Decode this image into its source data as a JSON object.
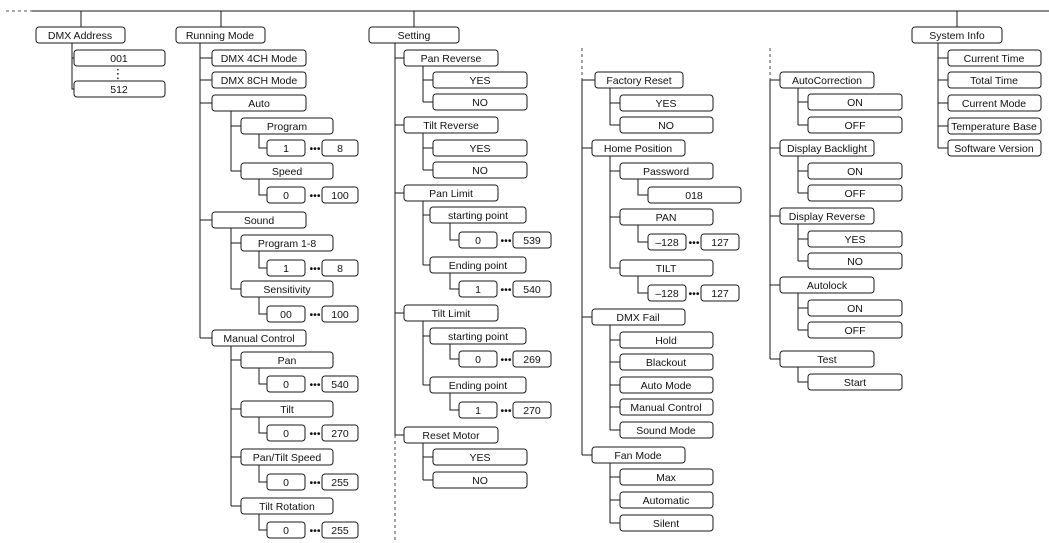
{
  "dmx_address": {
    "label": "DMX Address",
    "min": "001",
    "ellipsis": "⋮",
    "max": "512"
  },
  "running_mode": {
    "label": "Running Mode",
    "mode_4ch": "DMX 4CH Mode",
    "mode_8ch": "DMX 8CH Mode",
    "auto": {
      "label": "Auto",
      "program": {
        "label": "Program",
        "min": "1",
        "max": "8"
      },
      "speed": {
        "label": "Speed",
        "min": "0",
        "max": "100"
      }
    },
    "sound": {
      "label": "Sound",
      "program": {
        "label": "Program 1-8",
        "min": "1",
        "max": "8"
      },
      "sensitivity": {
        "label": "Sensitivity",
        "min": "00",
        "max": "100"
      }
    },
    "manual": {
      "label": "Manual Control",
      "pan": {
        "label": "Pan",
        "min": "0",
        "max": "540"
      },
      "tilt": {
        "label": "Tilt",
        "min": "0",
        "max": "270"
      },
      "pan_tilt_speed": {
        "label": "Pan/Tilt Speed",
        "min": "0",
        "max": "255"
      },
      "tilt_rotation": {
        "label": "Tilt Rotation",
        "min": "0",
        "max": "255"
      }
    }
  },
  "setting": {
    "label": "Setting",
    "pan_reverse": {
      "label": "Pan Reverse",
      "yes": "YES",
      "no": "NO"
    },
    "tilt_reverse": {
      "label": "Tilt Reverse",
      "yes": "YES",
      "no": "NO"
    },
    "pan_limit": {
      "label": "Pan Limit",
      "start": {
        "label": "starting point",
        "min": "0",
        "max": "539"
      },
      "end": {
        "label": "Ending point",
        "min": "1",
        "max": "540"
      }
    },
    "tilt_limit": {
      "label": "Tilt Limit",
      "start": {
        "label": "starting point",
        "min": "0",
        "max": "269"
      },
      "end": {
        "label": "Ending point",
        "min": "1",
        "max": "270"
      }
    },
    "reset_motor": {
      "label": "Reset Motor",
      "yes": "YES",
      "no": "NO"
    },
    "factory_reset": {
      "label": "Factory Reset",
      "yes": "YES",
      "no": "NO"
    },
    "home_position": {
      "label": "Home Position",
      "password": {
        "label": "Password",
        "value": "018"
      },
      "pan": {
        "label": "PAN",
        "min": "–128",
        "max": "127"
      },
      "tilt": {
        "label": "TILT",
        "min": "–128",
        "max": "127"
      }
    },
    "dmx_fail": {
      "label": "DMX Fail",
      "options": [
        "Hold",
        "Blackout",
        "Auto Mode",
        "Manual Control",
        "Sound Mode"
      ]
    },
    "fan_mode": {
      "label": "Fan Mode",
      "options": [
        "Max",
        "Automatic",
        "Silent"
      ]
    },
    "auto_correction": {
      "label": "AutoCorrection",
      "on": "ON",
      "off": "OFF"
    },
    "display_backlight": {
      "label": "Display Backlight",
      "on": "ON",
      "off": "OFF"
    },
    "display_reverse": {
      "label": "Display Reverse",
      "yes": "YES",
      "no": "NO"
    },
    "autolock": {
      "label": "Autolock",
      "on": "ON",
      "off": "OFF"
    },
    "test": {
      "label": "Test",
      "start": "Start"
    }
  },
  "system_info": {
    "label": "System Info",
    "items": [
      "Current Time",
      "Total Time",
      "Current Mode",
      "Temperature Base",
      "Software Version"
    ]
  },
  "range_dots": "•••"
}
